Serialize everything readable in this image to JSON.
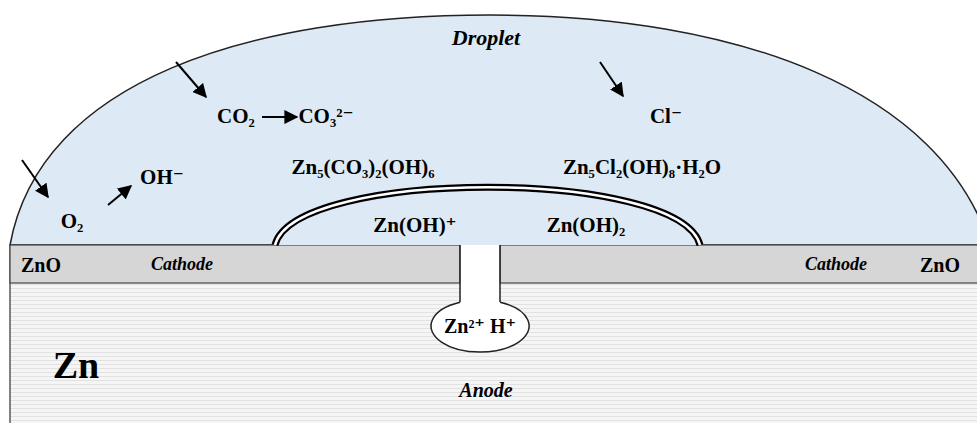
{
  "diagram": {
    "nodes": [
      {
        "text": [
          "Zn²⁺ H⁺"
        ]
      }
    ],
    "labels": [
      "Droplet",
      "CO₂",
      "CO₃²⁻",
      "Cl⁻",
      "OH⁻",
      "Zn₅(CO₃)₂(OH)₆",
      "Zn₅Cl₂(OH)₈·H₂O",
      "O₂",
      "Zn(OH)⁺",
      "Zn(OH)₂",
      "ZnO",
      "Cathode",
      "Cathode",
      "ZnO",
      "Zn",
      "Anode"
    ]
  }
}
